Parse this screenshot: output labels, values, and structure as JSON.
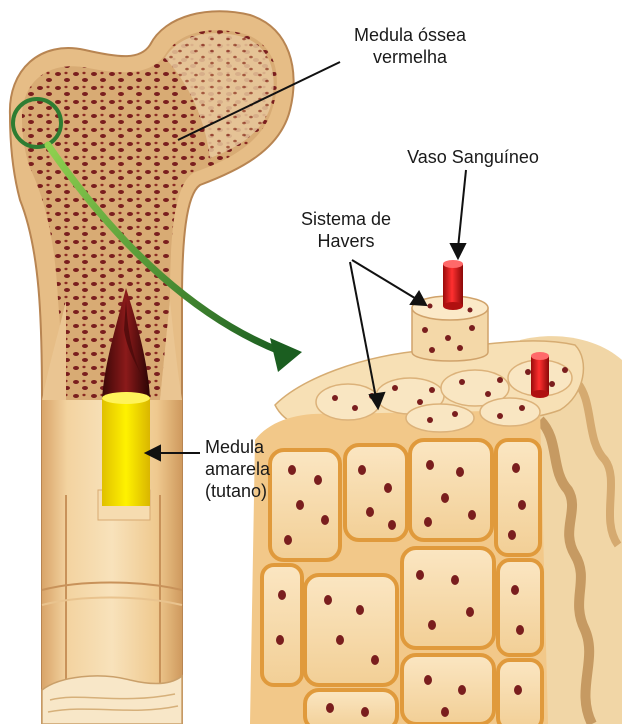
{
  "labels": {
    "red_marrow_line1": "Medula óssea",
    "red_marrow_line2": "vermelha",
    "blood_vessel": "Vaso Sanguíneo",
    "havers_line1": "Sistema de",
    "havers_line2": "Havers",
    "yellow_marrow_line1": "Medula",
    "yellow_marrow_line2": "amarela",
    "yellow_marrow_line3": "(tutano)"
  },
  "colors": {
    "bone_cortex": "#e8c08a",
    "bone_light": "#f6dfb4",
    "spongy_bone": "#c9955a",
    "red_marrow_dots": "#7a1e1e",
    "yellow_marrow": "#f5e000",
    "blood_vessel": "#d01818",
    "canal": "#e0952c",
    "highlight_circle": "#2e7d32",
    "arrow": "#1f6b2a"
  },
  "icons": {
    "zoom_marker": "circle-marker-icon",
    "zoom_arrow": "curved-arrow-icon"
  }
}
